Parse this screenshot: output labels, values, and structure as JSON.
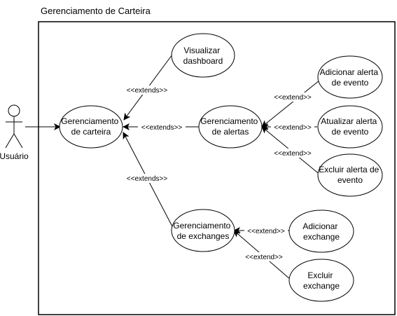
{
  "title": "Gerenciamento de Carteira",
  "actor": {
    "label": "Usuário"
  },
  "use_cases": {
    "visualizar": [
      "Visualizar",
      "dashboard"
    ],
    "carteira": [
      "Gerenciamento",
      "de carteira"
    ],
    "alertas": [
      "Gerenciamento",
      "de alertas"
    ],
    "exchanges": [
      "Gerenciamento",
      "de exchanges"
    ],
    "adicionar_alerta": [
      "Adicionar alerta",
      "de evento"
    ],
    "atualizar_alerta": [
      "Atualizar alerta",
      "de evento"
    ],
    "excluir_alerta": [
      "Excluir alerta de",
      "evento"
    ],
    "adicionar_exchange": [
      "Adicionar",
      "exchange"
    ],
    "excluir_exchange": [
      "Excluir",
      "exchange"
    ]
  },
  "relations": {
    "visualizar_carteira": "<<extends>>",
    "alertas_carteira": "<<extends>>",
    "exchanges_carteira": "<<extends>>",
    "add_alerta": "<<extend>>",
    "upd_alerta": "<<extend>>",
    "del_alerta": "<<extend>>",
    "add_exchange": "<<extend>>",
    "del_exchange": "<<extend>>"
  }
}
